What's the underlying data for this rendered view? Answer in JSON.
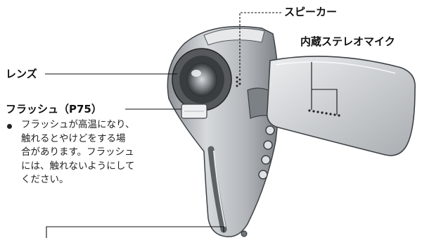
{
  "labels": {
    "speaker": "スピーカー",
    "stereo_mic": "内蔵ステレオマイク",
    "lens": "レンズ",
    "flash": "フラッシュ（P75）"
  },
  "flash_note": {
    "lines": [
      "フラッシュが高温になり、",
      "触れるとやけどをする場",
      "合があります。フラッシュ",
      "には、触れないようにして",
      "ください。"
    ]
  },
  "colors": {
    "body": "#b8bcc0",
    "body_dark": "#6f7478",
    "lens_ring": "#3a3d40",
    "line": "#111111"
  }
}
